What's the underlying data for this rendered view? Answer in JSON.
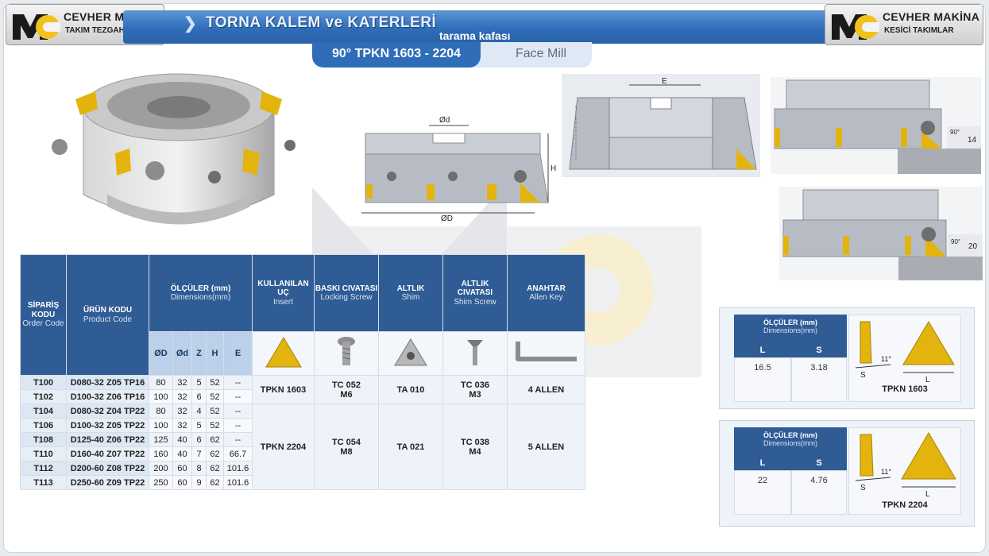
{
  "header": {
    "title": "TORNA KALEM ve KATERLERİ",
    "subtitle": "tarama kafası",
    "left_logo": {
      "name": "CEVHER MAKİNA",
      "sub": "TAKIM TEZGAHLARI"
    },
    "right_logo": {
      "name": "CEVHER MAKİNA",
      "sub": "KESİCİ TAKIMLAR"
    }
  },
  "tab": {
    "product": "90° TPKN 1603 - 2204",
    "category": "Face Mill"
  },
  "drawing_labels": {
    "od": "ØD",
    "d": "Ød",
    "h": "H",
    "e": "E",
    "angle1": "90°",
    "depth1": "14",
    "angle2": "90°",
    "depth2": "20"
  },
  "table": {
    "headers": {
      "order": {
        "tr": "SİPARİŞ KODU",
        "en": "Order Code"
      },
      "product": {
        "tr": "ÜRÜN KODU",
        "en": "Product Code"
      },
      "dims": {
        "tr": "ÖLÇÜLER (mm)",
        "en": "Dimensions(mm)"
      },
      "insert": {
        "tr": "KULLANILAN UÇ",
        "en": "Insert"
      },
      "screw": {
        "tr": "BASKI CIVATASI",
        "en": "Locking Screw"
      },
      "shim": {
        "tr": "ALTLIK",
        "en": "Shim"
      },
      "shim_screw": {
        "tr": "ALTLIK CIVATASI",
        "en": "Shim Screw"
      },
      "key": {
        "tr": "ANAHTAR",
        "en": "Allen Key"
      }
    },
    "dim_cols": [
      "ØD",
      "Ød",
      "Z",
      "H",
      "E"
    ],
    "rows": [
      {
        "order": "T100",
        "product": "D080-32 Z05 TP16",
        "D": "80",
        "d": "32",
        "Z": "5",
        "H": "52",
        "E": "--"
      },
      {
        "order": "T102",
        "product": "D100-32 Z06 TP16",
        "D": "100",
        "d": "32",
        "Z": "6",
        "H": "52",
        "E": "--"
      },
      {
        "order": "T104",
        "product": "D080-32 Z04 TP22",
        "D": "80",
        "d": "32",
        "Z": "4",
        "H": "52",
        "E": "--"
      },
      {
        "order": "T106",
        "product": "D100-32 Z05 TP22",
        "D": "100",
        "d": "32",
        "Z": "5",
        "H": "52",
        "E": "--"
      },
      {
        "order": "T108",
        "product": "D125-40 Z06 TP22",
        "D": "125",
        "d": "40",
        "Z": "6",
        "H": "62",
        "E": "--"
      },
      {
        "order": "T110",
        "product": "D160-40 Z07 TP22",
        "D": "160",
        "d": "40",
        "Z": "7",
        "H": "62",
        "E": "66.7"
      },
      {
        "order": "T112",
        "product": "D200-60 Z08 TP22",
        "D": "200",
        "d": "60",
        "Z": "8",
        "H": "62",
        "E": "101.6"
      },
      {
        "order": "T113",
        "product": "D250-60 Z09 TP22",
        "D": "250",
        "d": "60",
        "Z": "9",
        "H": "62",
        "E": "101.6"
      }
    ],
    "group1": {
      "insert": "TPKN 1603",
      "screw1": "TC 052",
      "screw2": "M6",
      "shim": "TA 010",
      "shim_screw1": "TC 036",
      "shim_screw2": "M3",
      "key": "4 ALLEN"
    },
    "group2": {
      "insert": "TPKN 2204",
      "screw1": "TC 054",
      "screw2": "M8",
      "shim": "TA 021",
      "shim_screw1": "TC 038",
      "shim_screw2": "M4",
      "key": "5 ALLEN"
    }
  },
  "insert_tables": [
    {
      "title": "ÖLÇÜLER (mm)",
      "subtitle": "Dimensions(mm)",
      "col_l": "L",
      "col_s": "S",
      "l": "16.5",
      "s": "3.18",
      "angle": "11°",
      "s_label": "S",
      "l_label": "L",
      "name": "TPKN 1603"
    },
    {
      "title": "ÖLÇÜLER (mm)",
      "subtitle": "Dimensions(mm)",
      "col_l": "L",
      "col_s": "S",
      "l": "22",
      "s": "4.76",
      "angle": "11°",
      "s_label": "S",
      "l_label": "L",
      "name": "TPKN 2204"
    }
  ],
  "colors": {
    "brand_blue": "#2f6db8",
    "table_header": "#2f5c95",
    "insert_gold": "#e3b40e",
    "logo_yellow": "#f1c21b"
  }
}
